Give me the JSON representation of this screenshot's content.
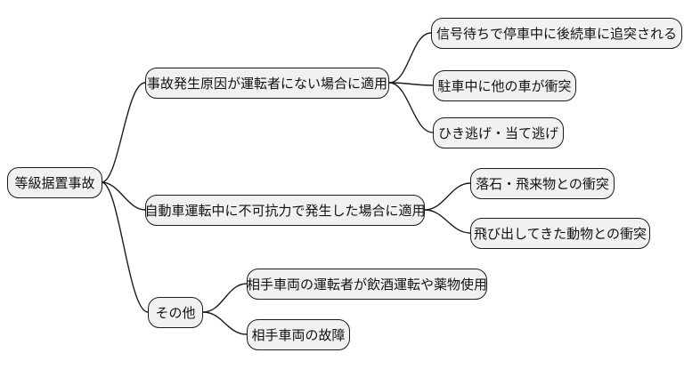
{
  "diagram": {
    "type": "mindmap",
    "colors": {
      "background": "#ffffff",
      "node_fill": "#f1f1f1",
      "node_border": "#1c1c1c",
      "connector": "#1c1c1c",
      "text": "#111111"
    },
    "root": {
      "label": "等級据置事故"
    },
    "branches": [
      {
        "label": "事故発生原因が運転者にない場合に適用",
        "children": [
          {
            "label": "信号待ちで停車中に後続車に追突される"
          },
          {
            "label": "駐車中に他の車が衝突"
          },
          {
            "label": "ひき逃げ・当て逃げ"
          }
        ]
      },
      {
        "label": "自動車運転中に不可抗力で発生した場合に適用",
        "children": [
          {
            "label": "落石・飛来物との衝突"
          },
          {
            "label": "飛び出してきた動物との衝突"
          }
        ]
      },
      {
        "label": "その他",
        "children": [
          {
            "label": "相手車両の運転者が飲酒運転や薬物使用"
          },
          {
            "label": "相手車両の故障"
          }
        ]
      }
    ]
  }
}
